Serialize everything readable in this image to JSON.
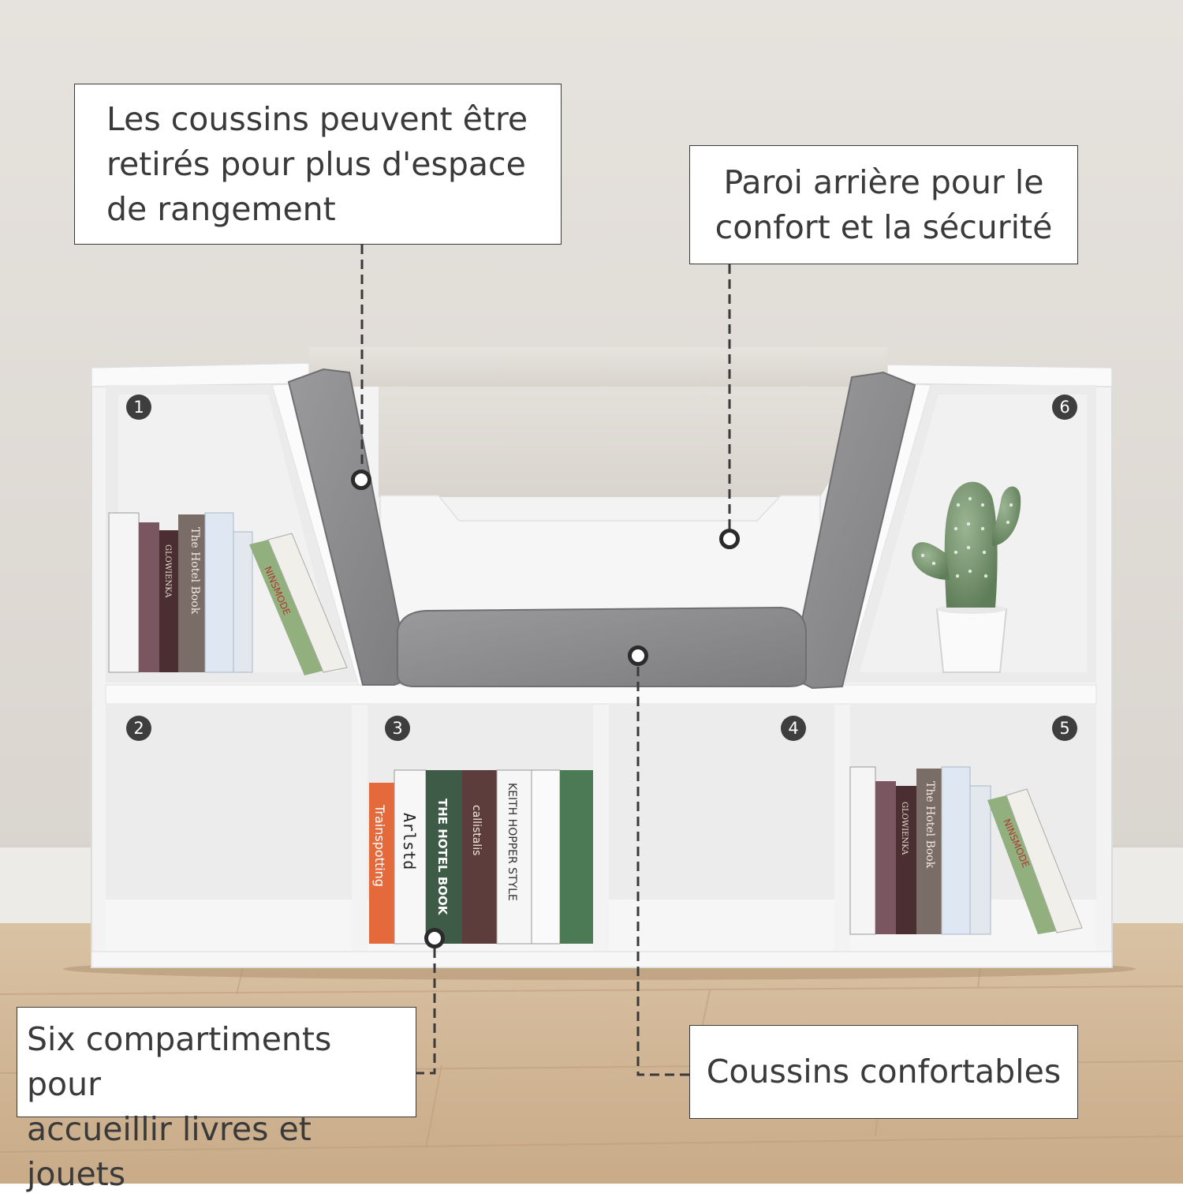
{
  "callouts": {
    "cushions_removable": "Les coussins peuvent être\nretirés pour plus d'espace\nde rangement",
    "back_panel": "Paroi arrière pour le\nconfort et la sécurité",
    "six_compartments": "Six compartiments pour\naccueillir livres et jouets",
    "comfortable_cushions": "Coussins confortables"
  },
  "compartment_numbers": [
    "1",
    "2",
    "3",
    "4",
    "5",
    "6"
  ],
  "colors": {
    "wall": "#e2ded9",
    "floor": "#d2b898",
    "furniture": "#f4f4f4",
    "cushion": "#8c8c8e",
    "callout_border": "#3a3a3a",
    "dashed_line": "#3a3a3a"
  },
  "scene_content": {
    "book_spines_left": [
      "The Hotel Book",
      "GLOWIENKA",
      "NINSMODE"
    ],
    "book_spines_middle": [
      "Trainspotting",
      "Arlstd",
      "THE HOTEL BOOK",
      "callistalis",
      "KEITH HOPPER STYLE"
    ],
    "book_spines_right": [
      "The Hotel Book",
      "GLOWIENKA",
      "NINSMODE"
    ]
  }
}
